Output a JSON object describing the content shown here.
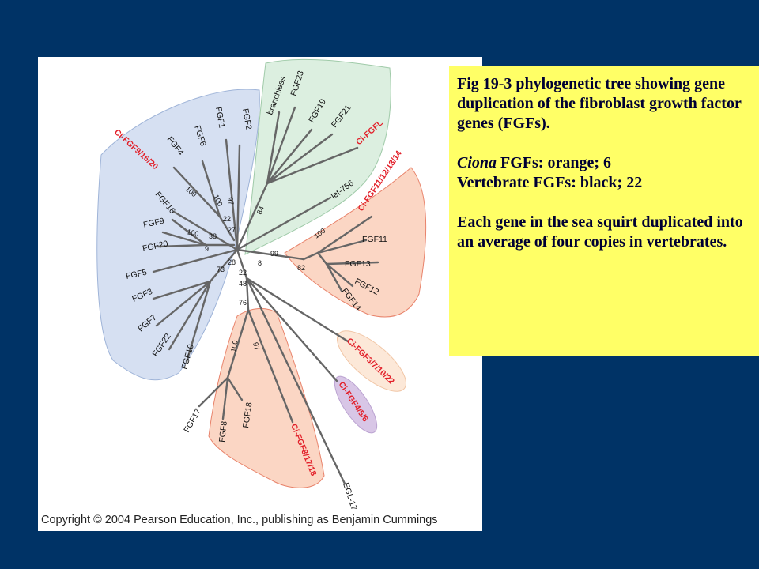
{
  "caption": {
    "line1": "Fig 19-3 phylogenetic tree showing gene duplication of the fibroblast growth factor genes (FGFs).",
    "ciona_word": "Ciona",
    "ciona_rest": " FGFs: orange; 6",
    "vertebrate": "Vertebrate FGFs: black; 22",
    "summary": "Each gene in the sea squirt duplicated into an average of four copies in vertebrates."
  },
  "copyright": "Copyright © 2004 Pearson Education, Inc., publishing as Benjamin Cummings",
  "tree": {
    "labels": {
      "branchless": "branchless",
      "fgf23": "FGF23",
      "fgf19": "FGF19",
      "fgf21": "FGF21",
      "ci_fgfl": "Ci-FGFL",
      "let756": "let-756",
      "fgf2": "FGF2",
      "fgf1": "FGF1",
      "fgf6": "FGF6",
      "fgf4": "FGF4",
      "ci_fgf9": "Ci-FGF9/16/20",
      "fgf16": "FGF16",
      "fgf9": "FGF9",
      "fgf20": "FGF20",
      "fgf5": "FGF5",
      "fgf3": "FGF3",
      "fgf7": "FGF7",
      "fgf22": "FGF22",
      "fgf10": "FGF10",
      "ci_fgf11": "Ci-FGF11/12/13/14",
      "fgf11": "FGF11",
      "fgf13": "FGF13",
      "fgf12": "FGF12",
      "fgf14": "FGF14",
      "ci_fgf3": "Ci-FGF3/7/10/22",
      "ci_fgf4": "Ci-FGF4/5/6",
      "fgf17": "FGF17",
      "fgf8": "FGF8",
      "fgf18": "FGF18",
      "ci_fgf8": "Ci-FGF8/17/18",
      "egl17": "EGL-17"
    },
    "bootstrap": {
      "b84": "84",
      "b97a": "97",
      "b100a": "100",
      "b100b": "100",
      "b22a": "22",
      "b27": "27",
      "b100c": "100",
      "b38": "38",
      "b9": "9",
      "b28": "28",
      "b73": "73",
      "b8": "8",
      "b99": "99",
      "b100d": "100",
      "b82": "82",
      "b22b": "22",
      "b48": "48",
      "b76": "76",
      "b100e": "100",
      "b97b": "97"
    }
  },
  "colors": {
    "background": "#003366",
    "caption_bg": "#ffff66",
    "ciona_label": "#e2202a",
    "blue_clade": "#d6e0f2",
    "green_clade": "#dcefe0",
    "orange_clade": "#fbd6c4",
    "purple_clade": "#d8c6e6",
    "peach_clade": "#fce8d8"
  }
}
